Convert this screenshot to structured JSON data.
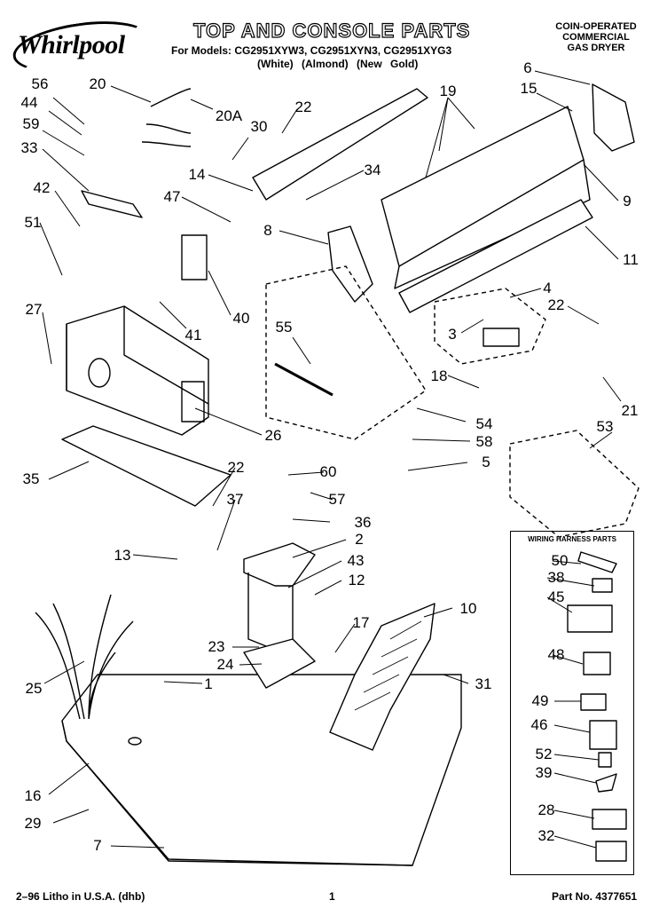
{
  "header": {
    "brand": "Whirlpool",
    "title": "TOP AND CONSOLE PARTS",
    "models": "For Models: CG2951XYW3, CG2951XYN3, CG2951XYG3",
    "colors": [
      "(White)",
      "(Almond)",
      "(New Gold)"
    ],
    "dryer_type": [
      "COIN-OPERATED",
      "COMMERCIAL",
      "GAS DRYER"
    ]
  },
  "wiring_box_title": "WIRING HARNESS PARTS",
  "callouts": [
    "56",
    "20",
    "44",
    "59",
    "20A",
    "22",
    "30",
    "19",
    "6",
    "15",
    "33",
    "14",
    "34",
    "42",
    "47",
    "9",
    "8",
    "51",
    "11",
    "4",
    "27",
    "40",
    "41",
    "22",
    "3",
    "55",
    "18",
    "54",
    "21",
    "58",
    "26",
    "53",
    "5",
    "35",
    "22",
    "60",
    "37",
    "57",
    "36",
    "2",
    "50",
    "13",
    "43",
    "38",
    "12",
    "45",
    "10",
    "17",
    "48",
    "23",
    "24",
    "1",
    "31",
    "25",
    "49",
    "46",
    "52",
    "16",
    "39",
    "28",
    "29",
    "32",
    "7"
  ],
  "footer": {
    "left": "2–96 Litho in U.S.A. (dhb)",
    "center": "1",
    "right": "Part No. 4377651"
  }
}
